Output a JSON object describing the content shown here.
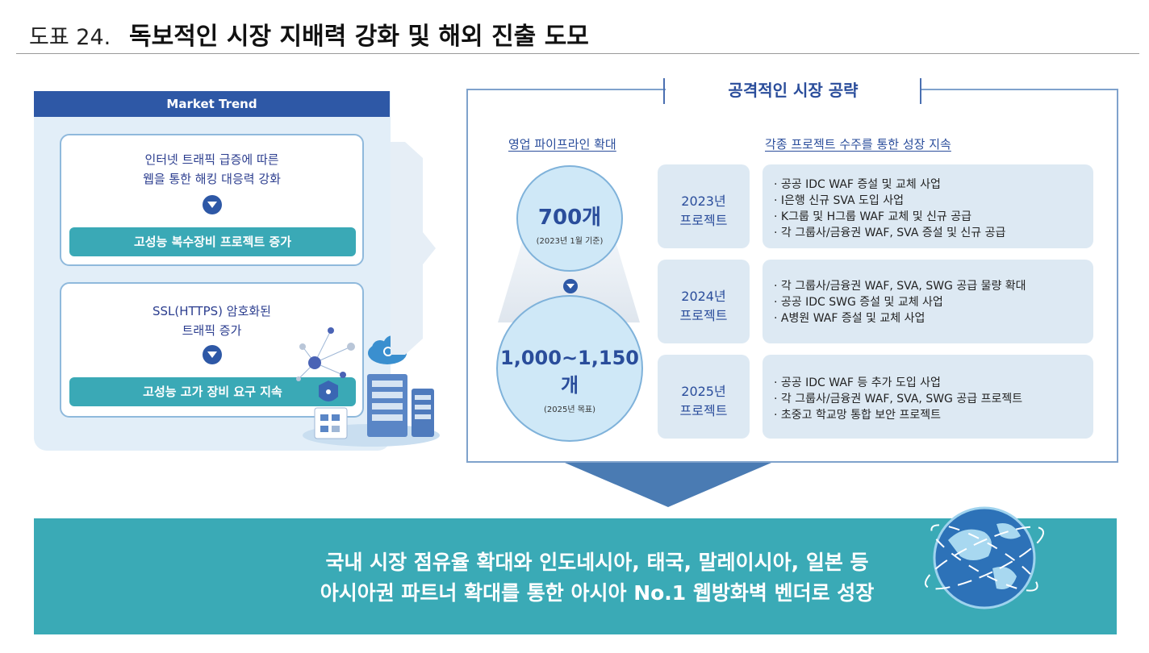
{
  "header": {
    "prefix": "도표 24.",
    "title": "독보적인 시장 지배력 강화 및 해외 진출 도모"
  },
  "market_trend": {
    "title": "Market Trend",
    "card1": {
      "line1": "인터넷 트래픽 급증에 따른",
      "line2": "웹을 통한 해킹 대응력 강화",
      "result": "고성능 복수장비 프로젝트 증가"
    },
    "card2": {
      "line1": "SSL(HTTPS) 암호화된",
      "line2": "트래픽 증가",
      "result": "고성능 고가 장비 요구 지속"
    }
  },
  "strategy": {
    "title": "공격적인 시장 공략",
    "pipeline_label": "영업 파이프라인 확대",
    "projects_label": "각종 프로젝트 수주를 통한 성장 지속",
    "circle_top": {
      "value": "700개",
      "note": "(2023년 1월 기준)"
    },
    "circle_bottom": {
      "value": "1,000~1,150개",
      "note": "(2025년 목표)"
    },
    "years": [
      {
        "year": "2023년",
        "label": "프로젝트",
        "items": [
          "· 공공 IDC WAF 증설 및 교체 사업",
          "· I은행 신규 SVA 도입 사업",
          "· K그룹 및 H그룹 WAF 교체 및 신규 공급",
          "· 각 그룹사/금융권 WAF, SVA 증설 및 신규 공급"
        ]
      },
      {
        "year": "2024년",
        "label": "프로젝트",
        "items": [
          "· 각 그룹사/금융권 WAF, SVA, SWG 공급 물량 확대",
          "· 공공 IDC SWG 증설 및 교체 사업",
          "· A병원 WAF 증설 및 교체 사업"
        ]
      },
      {
        "year": "2025년",
        "label": "프로젝트",
        "items": [
          "· 공공 IDC WAF 등 추가 도입 사업",
          "· 각 그룹사/금융권 WAF, SVA, SWG 공급 프로젝트",
          "· 초중고 학교망 통합 보안 프로젝트"
        ]
      }
    ]
  },
  "banner": {
    "line1": "국내 시장 점유율 확대와 인도네시아, 태국, 말레이시아, 일본 등",
    "line2": "아시아권 파트너 확대를 통한 아시아 No.1 웹방화벽 벤더로 성장"
  }
}
